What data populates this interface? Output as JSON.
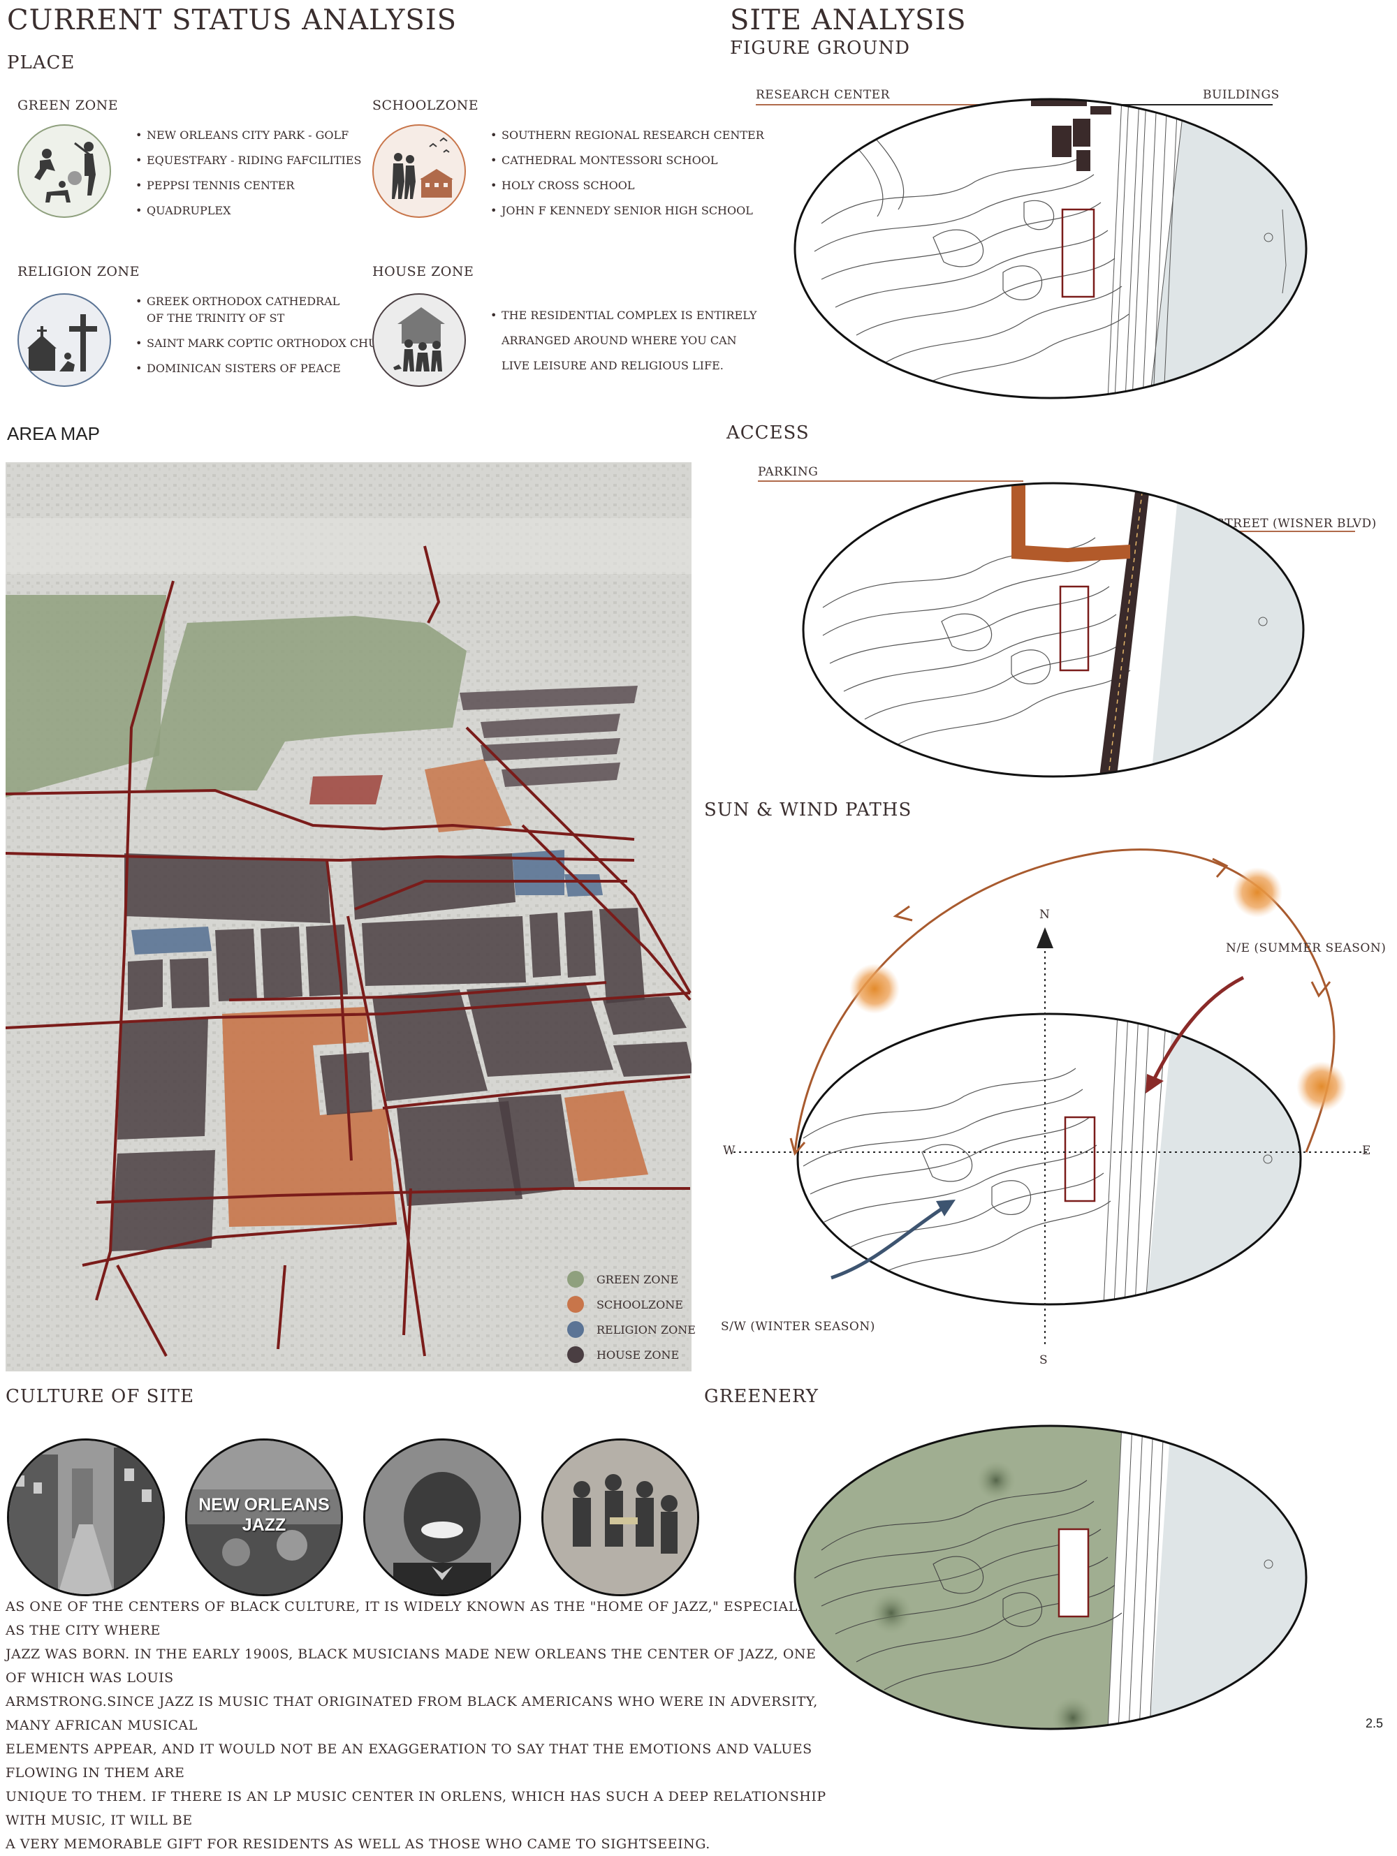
{
  "header": {
    "left_title": "CURRENT STATUS ANALYSIS",
    "right_title": "SITE ANALYSIS",
    "right_subtitle": "FIGURE GROUND",
    "place": "PLACE"
  },
  "zones": {
    "green": {
      "title": "GREEN ZONE",
      "items": [
        "NEW ORLEANS CITY PARK - GOLF",
        "EQUESTFARY - RIDING FAFCILITIES",
        "PEPPSI TENNIS CENTER",
        "QUADRUPLEX"
      ]
    },
    "school": {
      "title": "SCHOOLZONE",
      "items": [
        "SOUTHERN REGIONAL RESEARCH CENTER",
        "CATHEDRAL MONTESSORI SCHOOL",
        "HOLY CROSS SCHOOL",
        "JOHN F KENNEDY SENIOR HIGH SCHOOL"
      ]
    },
    "religion": {
      "title": "RELIGION ZONE",
      "item1a": "GREEK ORTHODOX CATHEDRAL",
      "item1b": "OF THE TRINITY OF ST",
      "item2": "SAINT MARK COPTIC ORTHODOX CHURCH",
      "item3": "DOMINICAN SISTERS OF PEACE"
    },
    "house": {
      "title": "HOUSE ZONE",
      "lines": [
        "THE RESIDENTIAL COMPLEX IS ENTIRELY",
        "ARRANGED AROUND WHERE YOU CAN",
        "LIVE LEISURE AND RELIGIOUS LIFE."
      ]
    }
  },
  "area_map": {
    "title": "AREA MAP",
    "legend": [
      {
        "label": "GREEN ZONE",
        "color": "#8fa07e"
      },
      {
        "label": "SCHOOLZONE",
        "color": "#c8754a"
      },
      {
        "label": "RELIGION ZONE",
        "color": "#5b7495"
      },
      {
        "label": "HOUSE ZONE",
        "color": "#4a3e42"
      }
    ]
  },
  "figure_ground": {
    "research_center": "RESEARCH CENTER",
    "buildings": "BUILDINGS"
  },
  "access": {
    "title": "ACCESS",
    "parking": "PARKING",
    "main_street": "MAIN STREET (WISNER BLVD)"
  },
  "sun_wind": {
    "title": "SUN & WIND PATHS",
    "north": "N",
    "south": "S",
    "west": "W",
    "east": "E",
    "summer": "N/E (SUMMER SEASON)",
    "winter": "S/W (WINTER SEASON)"
  },
  "culture": {
    "title": "CULTURE OF SITE",
    "jazz_poster": "NEW ORLEANS JAZZ",
    "paragraph": [
      "AS ONE OF THE CENTERS OF BLACK CULTURE, IT IS WIDELY KNOWN AS THE \"HOME OF JAZZ,\" ESPECIALLY AS THE CITY WHERE",
      "JAZZ WAS BORN. IN THE EARLY 1900S, BLACK MUSICIANS MADE NEW ORLEANS THE CENTER OF JAZZ, ONE OF WHICH WAS LOUIS",
      "ARMSTRONG.SINCE JAZZ IS MUSIC THAT ORIGINATED FROM BLACK AMERICANS WHO WERE IN ADVERSITY, MANY AFRICAN MUSICAL",
      "ELEMENTS APPEAR, AND IT WOULD NOT BE AN EXAGGERATION TO SAY THAT THE EMOTIONS AND VALUES FLOWING IN THEM ARE",
      "UNIQUE TO THEM. IF THERE IS AN LP MUSIC CENTER IN ORLENS, WHICH HAS SUCH A DEEP RELATIONSHIP WITH MUSIC, IT WILL BE",
      "A VERY MEMORABLE GIFT FOR RESIDENTS AS WELL AS THOSE WHO CAME TO SIGHTSEEING."
    ]
  },
  "greenery": {
    "title": "GREENERY"
  },
  "page_number": "2.5"
}
